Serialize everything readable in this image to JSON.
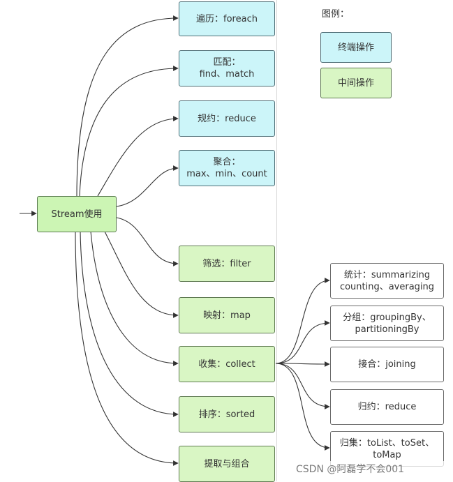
{
  "root": "Stream使用",
  "terminal_ops": [
    "遍历：foreach",
    "匹配：\nfind、match",
    "规约：reduce",
    "聚合：\nmax、min、count"
  ],
  "intermediate_ops": [
    "筛选：filter",
    "映射：map",
    "收集：collect",
    "排序：sorted",
    "提取与组合"
  ],
  "collect_ops": [
    "统计：summarizing\ncounting、averaging",
    "分组：groupingBy、\npartitioningBy",
    "接合：joining",
    "归约：reduce",
    "归集：toList、toSet、\ntoMap"
  ],
  "legend": {
    "title": "图例：",
    "terminal": "终端操作",
    "intermediate": "中间操作"
  },
  "watermark": "CSDN @阿磊学不会001",
  "colors": {
    "terminal": "#ccf5f9",
    "intermediate": "#d9f6c4",
    "root": "#ccf5b4",
    "edge": "#333333"
  }
}
